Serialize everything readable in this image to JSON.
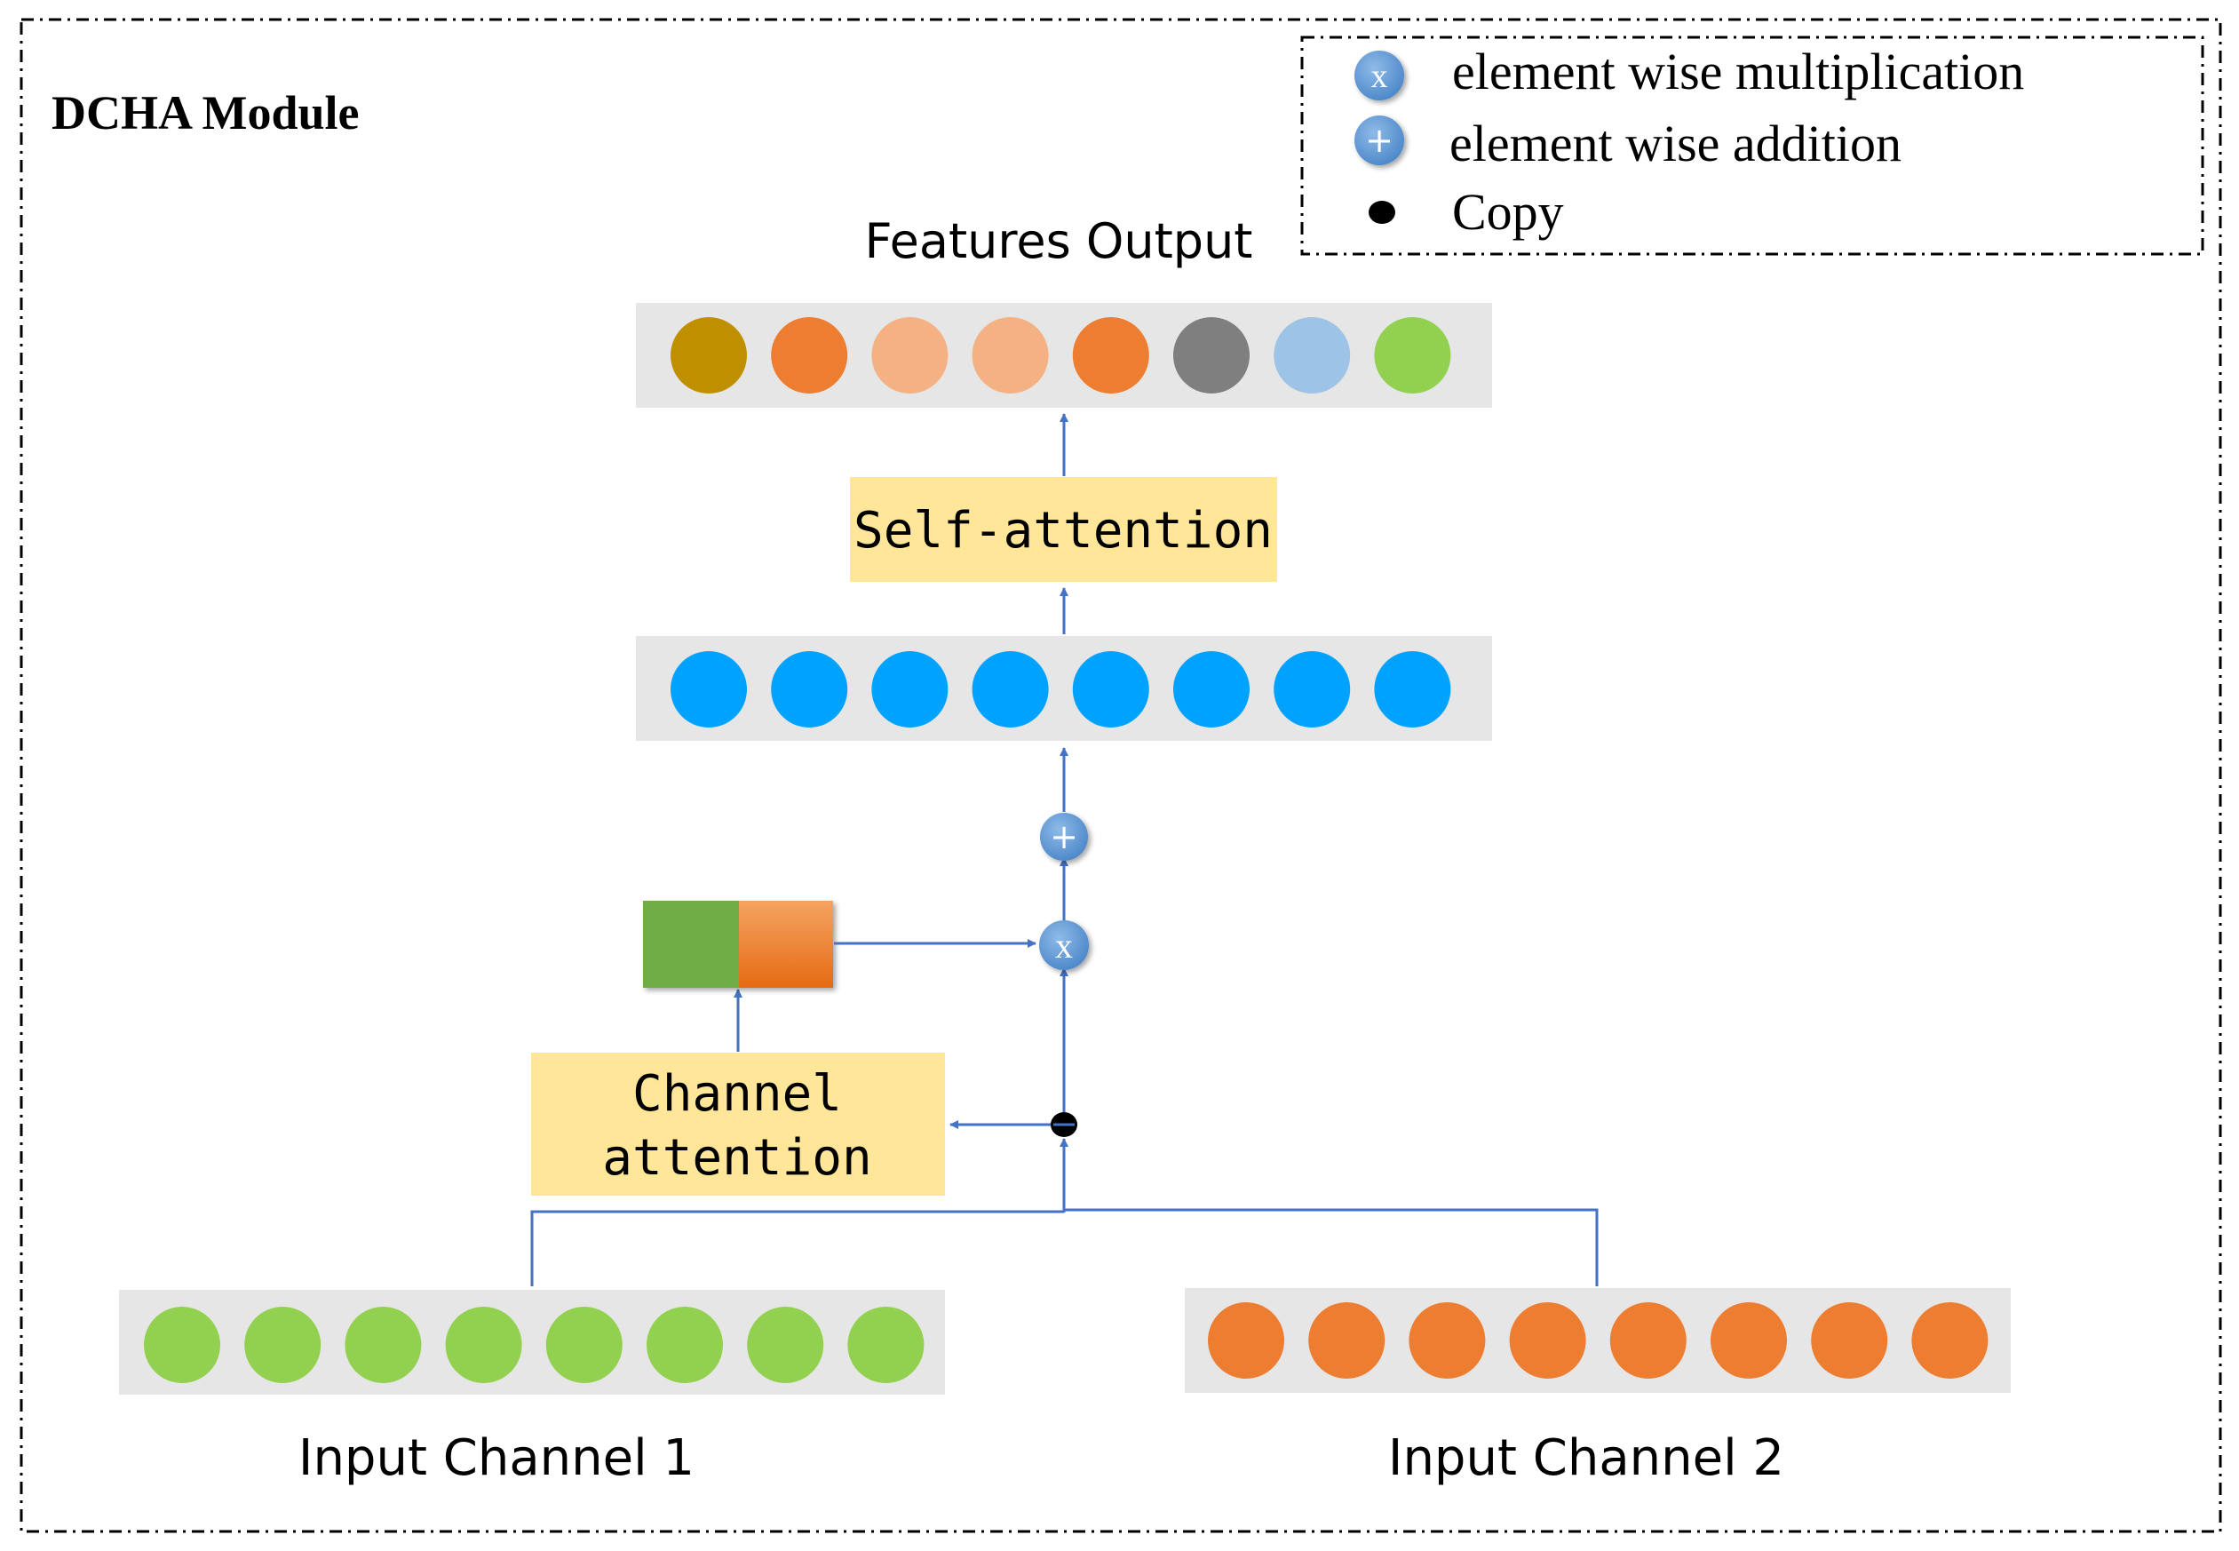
{
  "module_title": "DCHA Module",
  "legend": {
    "multiply_symbol": "x",
    "multiply_label": "element wise multiplication",
    "add_symbol": "+",
    "add_label": "element wise addition",
    "copy_label": "Copy"
  },
  "output_label": "Features Output",
  "output_feature_colors": [
    "#bf8f00",
    "#ed7d31",
    "#f4b183",
    "#f4b183",
    "#ed7d31",
    "#7f7f7f",
    "#9dc3e6",
    "#92d050"
  ],
  "fused_feature_colors": [
    "#00a2ff",
    "#00a2ff",
    "#00a2ff",
    "#00a2ff",
    "#00a2ff",
    "#00a2ff",
    "#00a2ff",
    "#00a2ff"
  ],
  "input1_feature_colors": [
    "#92d050",
    "#92d050",
    "#92d050",
    "#92d050",
    "#92d050",
    "#92d050",
    "#92d050",
    "#92d050"
  ],
  "input2_feature_colors": [
    "#ed7d31",
    "#ed7d31",
    "#ed7d31",
    "#ed7d31",
    "#ed7d31",
    "#ed7d31",
    "#ed7d31",
    "#ed7d31"
  ],
  "self_attention_label": "Self-attention",
  "channel_attention_line1": "Channel",
  "channel_attention_line2": "attention",
  "weight_colors": {
    "channel1": "#70ad47",
    "channel2": "#ed7d31"
  },
  "op_symbols": {
    "add": "+",
    "multiply": "x"
  },
  "input1_label": "Input Channel 1",
  "input2_label": "Input Channel 2",
  "colors": {
    "line": "#4472c4",
    "attention_box": "#ffe699",
    "feature_bar": "#e7e6e6",
    "op_node": "#5b9bd5",
    "border": "#000000"
  }
}
